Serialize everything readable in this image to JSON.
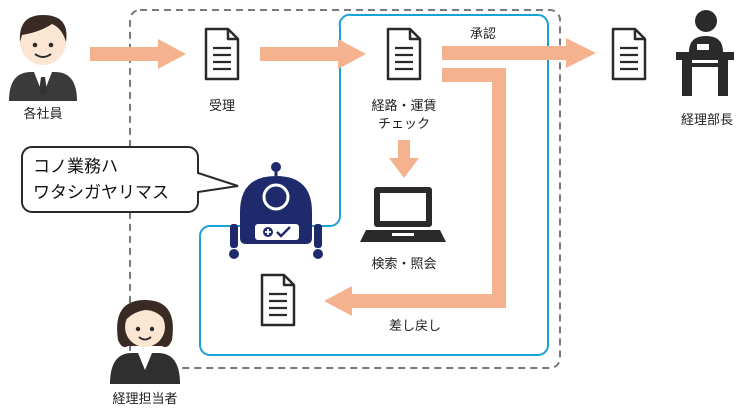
{
  "actors": {
    "employee": "各社員",
    "manager": "経理部長",
    "staff": "経理担当者"
  },
  "steps": {
    "receive": "受理",
    "check_line1": "経路・運賃",
    "check_line2": "チェック",
    "search": "検索・照会",
    "approve": "承認",
    "return": "差し戻し"
  },
  "bubble": {
    "line1": "コノ業務ハ",
    "line2": "ワタシガヤリマス"
  },
  "colors": {
    "arrow": "#f4b28e",
    "robot": "#1e2a6b",
    "robot_frame": "#1aa1d6",
    "dashed_frame": "#7a7a7a",
    "person_hair": "#3a2a24",
    "skin": "#fbe6d4"
  }
}
